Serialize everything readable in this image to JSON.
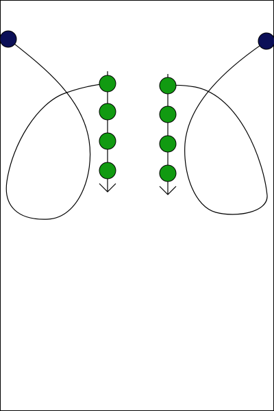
{
  "diagram": {
    "colors": {
      "background": "#ffffff",
      "frame": "#000000",
      "path": "#000000",
      "end_node_fill": "#0b0f57",
      "item_fill": "#119a11"
    },
    "shapes": {
      "end_node": "circle",
      "item": "circle",
      "arrow_head": "chevron-down"
    },
    "groups": [
      {
        "side": "left",
        "item_count": 4
      },
      {
        "side": "right",
        "item_count": 4
      }
    ]
  }
}
